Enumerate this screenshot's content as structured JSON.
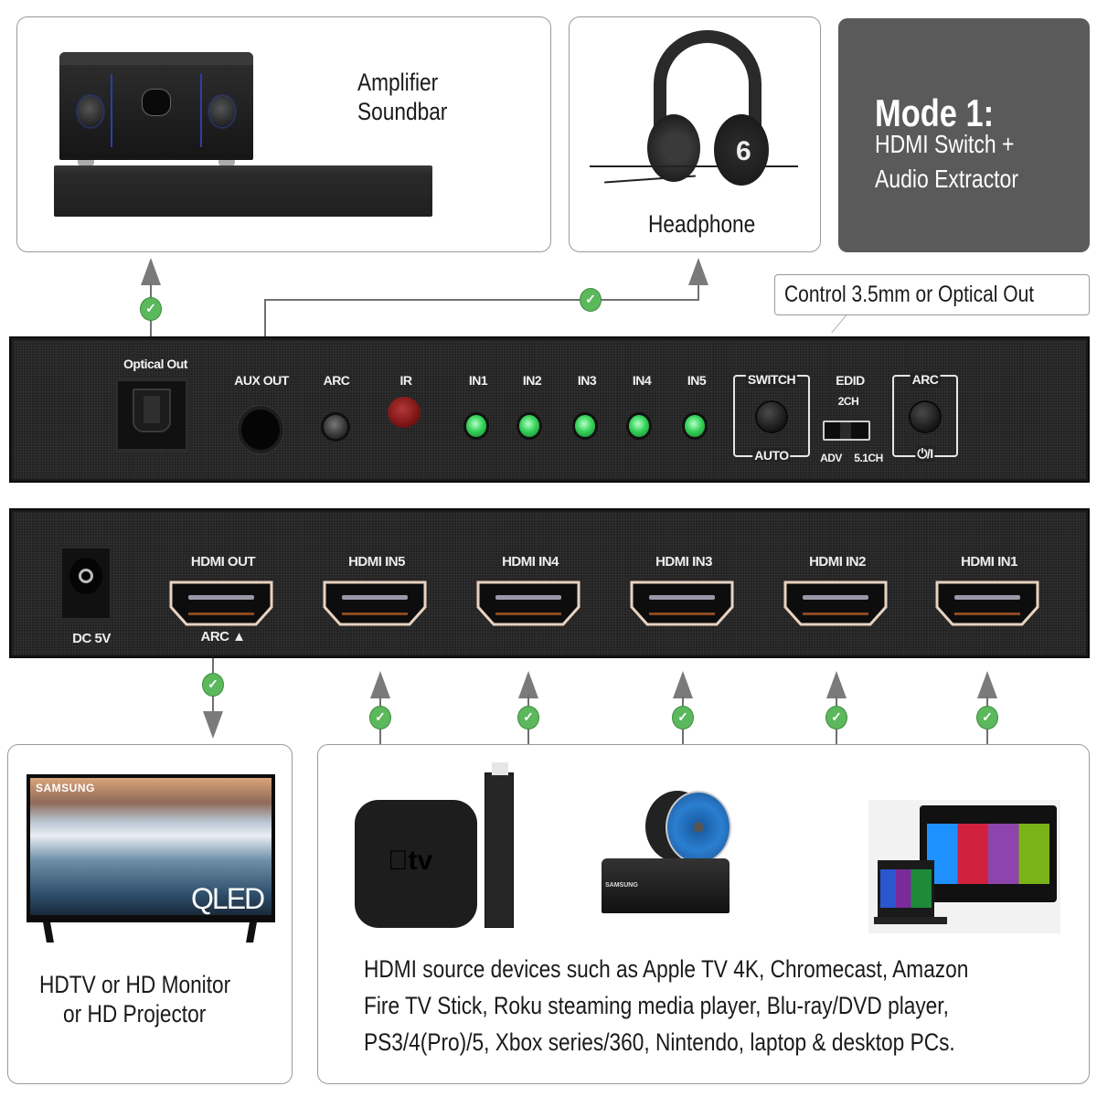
{
  "top_cards": {
    "amplifier": {
      "line1": "Amplifier",
      "line2": "Soundbar",
      "image": "amplifier-and-soundbar"
    },
    "headphone": {
      "label": "Headphone",
      "image": "beats-headphones"
    },
    "mode": {
      "title": "Mode 1:",
      "line1": "HDMI Switch +",
      "line2": "Audio Extractor",
      "bg_color": "#5a5a5a"
    }
  },
  "callout": {
    "text": "Control 3.5mm or Optical Out"
  },
  "front_panel": {
    "optical_out": "Optical Out",
    "aux_out": "AUX OUT",
    "arc_led": "ARC",
    "ir": "IR",
    "inputs": [
      "IN1",
      "IN2",
      "IN3",
      "IN4",
      "IN5"
    ],
    "switch": {
      "top": "SWITCH",
      "bottom": "AUTO"
    },
    "edid": {
      "title": "EDID",
      "top": "2CH",
      "left": "ADV",
      "right": "5.1CH"
    },
    "arc_button": {
      "top": "ARC",
      "bottom": "⏻/I"
    },
    "led_color": "#35d35a",
    "ir_color": "#8b1a1a"
  },
  "rear_panel": {
    "dc": "DC 5V",
    "ports": [
      {
        "label": "HDMI OUT",
        "sub": "ARC ▲"
      },
      {
        "label": "HDMI IN5"
      },
      {
        "label": "HDMI IN4"
      },
      {
        "label": "HDMI IN3"
      },
      {
        "label": "HDMI IN2"
      },
      {
        "label": "HDMI IN1"
      }
    ]
  },
  "bottom_cards": {
    "display": {
      "line1": "HDTV or HD Monitor",
      "line2": "or HD Projector",
      "tv_brand": "SAMSUNG",
      "tv_badge": "QLED"
    },
    "sources": {
      "lines": [
        "HDMI source devices such as Apple TV 4K, Chromecast, Amazon",
        "Fire TV Stick, Roku steaming media player, Blu-ray/DVD player,",
        "PS3/4(Pro)/5, Xbox series/360, Nintendo, laptop & desktop PCs."
      ],
      "appletv_label": "tv",
      "bluray_brand": "SAMSUNG"
    }
  },
  "connectors": {
    "check_color": "#5cb85c",
    "arrow_color": "#7a7a7a"
  }
}
